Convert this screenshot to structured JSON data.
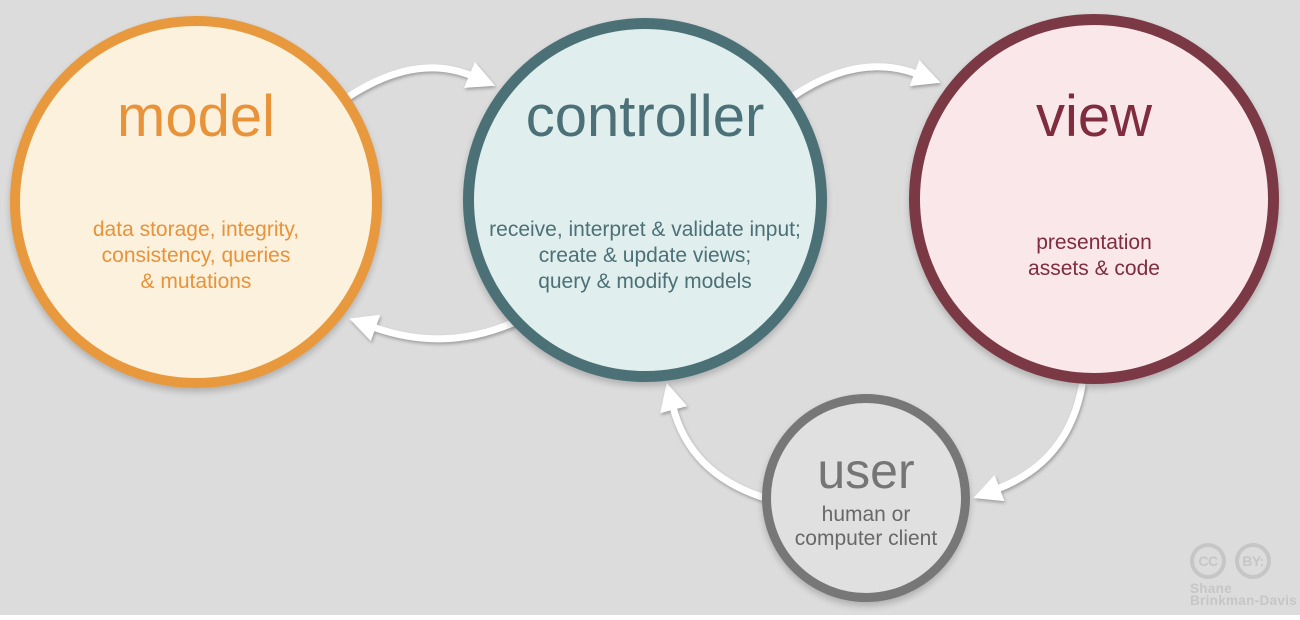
{
  "background_color": "#dcdcdc",
  "arrow_color": "#ffffff",
  "nodes": {
    "model": {
      "title": "model",
      "description": "data storage, integrity,\nconsistency, queries\n& mutations",
      "border_color": "#e8993e",
      "fill_color": "#fbf1dc",
      "text_color": "#e8923a"
    },
    "controller": {
      "title": "controller",
      "description": "receive, interpret & validate input;\ncreate & update views;\nquery & modify models",
      "border_color": "#4b7177",
      "fill_color": "#e0efed",
      "text_color": "#4c7077"
    },
    "view": {
      "title": "view",
      "description": "presentation\nassets & code",
      "border_color": "#7b3945",
      "fill_color": "#f9e7e9",
      "text_color": "#7e2c3e"
    },
    "user": {
      "title": "user",
      "description": "human or\ncomputer client",
      "border_color": "#777777",
      "fill_color": "#e0e0e0",
      "title_color": "#757575",
      "text_color": "#686868"
    }
  },
  "arrows": [
    {
      "from": "model",
      "to": "controller"
    },
    {
      "from": "controller",
      "to": "view"
    },
    {
      "from": "controller",
      "to": "model"
    },
    {
      "from": "view",
      "to": "user"
    },
    {
      "from": "user",
      "to": "controller"
    }
  ],
  "credit": {
    "cc_icon_label": "CC",
    "by_icon_label": "BY:",
    "author_line1": "Shane",
    "author_line2": "Brinkman-Davis",
    "color": "#c6c6c6"
  }
}
